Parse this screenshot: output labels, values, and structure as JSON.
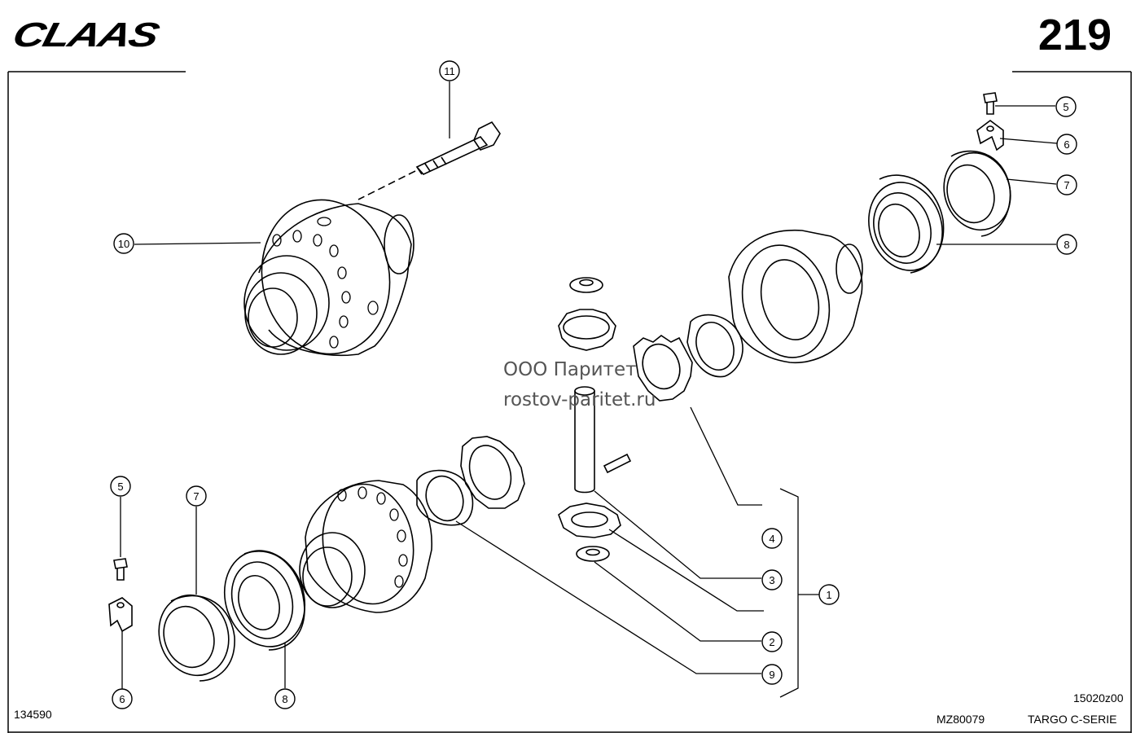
{
  "header": {
    "brand": "CLAAS",
    "page_number": "219"
  },
  "watermark": {
    "line1": "ООО Паритет",
    "line2": "rostov-paritet.ru"
  },
  "footer": {
    "left_code": "134590",
    "drawing_no": "MZ80079",
    "ref_code": "15020z00",
    "series": "TARGO C-SERIE"
  },
  "callouts": [
    {
      "id": "c11",
      "label": "11"
    },
    {
      "id": "c10",
      "label": "10"
    },
    {
      "id": "c5a",
      "label": "5"
    },
    {
      "id": "c6a",
      "label": "6"
    },
    {
      "id": "c7a",
      "label": "7"
    },
    {
      "id": "c8a",
      "label": "8"
    },
    {
      "id": "c5b",
      "label": "5"
    },
    {
      "id": "c7b",
      "label": "7"
    },
    {
      "id": "c6b",
      "label": "6"
    },
    {
      "id": "c8b",
      "label": "8"
    },
    {
      "id": "c4",
      "label": "4"
    },
    {
      "id": "c3",
      "label": "3"
    },
    {
      "id": "c1",
      "label": "1"
    },
    {
      "id": "c2",
      "label": "2"
    },
    {
      "id": "c9",
      "label": "9"
    }
  ]
}
